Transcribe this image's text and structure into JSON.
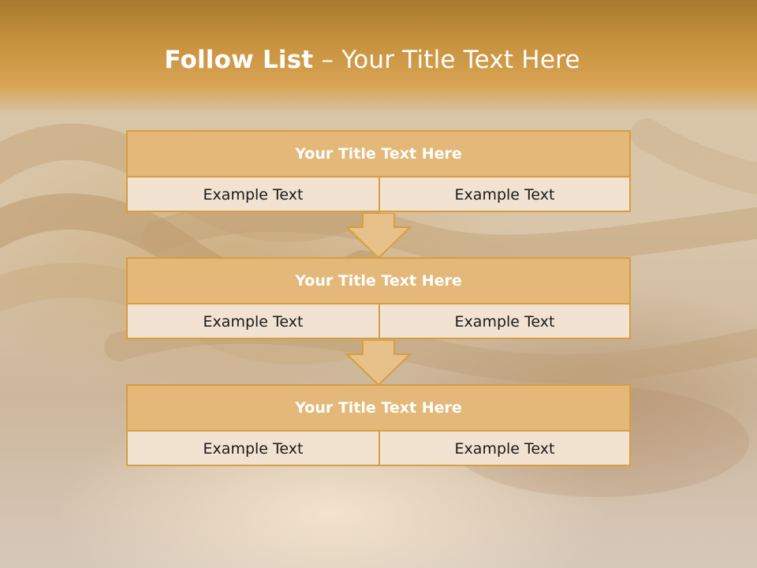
{
  "slide": {
    "title_bold": "Follow List",
    "title_rest": "– Your Title Text Here"
  },
  "steps": [
    {
      "title": "Your Title Text Here",
      "left": "Example Text",
      "right": "Example Text"
    },
    {
      "title": "Your Title Text Here",
      "left": "Example Text",
      "right": "Example Text"
    },
    {
      "title": "Your Title Text Here",
      "left": "Example Text",
      "right": "Example Text"
    }
  ],
  "colors": {
    "header": "#c9933f",
    "box_border": "#d69e3e",
    "box_head": "#e3b878",
    "box_body": "#f2e2d1"
  }
}
